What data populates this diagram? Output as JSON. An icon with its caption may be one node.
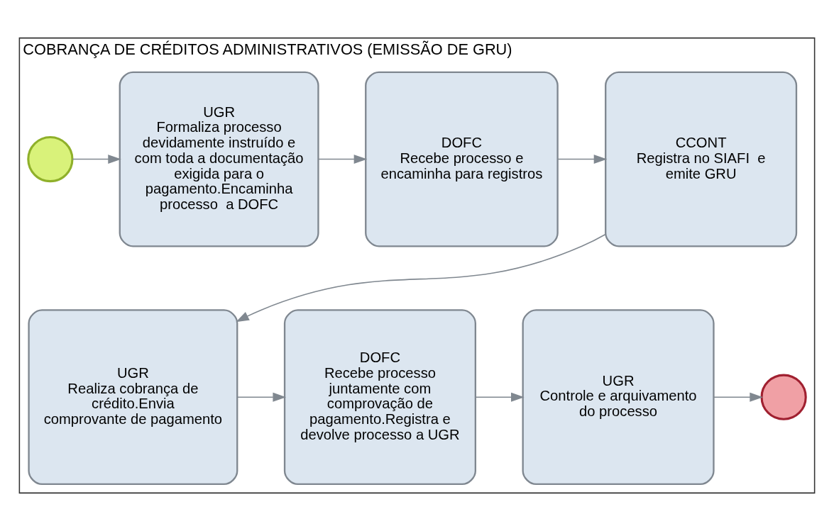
{
  "diagram": {
    "nodes": [
      {
        "text": [
          "COBRANÇA DE CRÉDITOS ADMINISTRATIVOS (EMISSÃO DE GRU)"
        ]
      },
      {
        "text": [],
        "shape": "circle",
        "in": 0
      },
      {
        "text": [
          "UGR",
          "Formaliza processo devidamente instruído e com toda a documentação exigida para o pagamento.Encaminha processo  a DOFC"
        ],
        "in": 0
      },
      {
        "text": [
          "DOFC",
          "Recebe processo e encaminha para registros"
        ],
        "in": 0
      },
      {
        "text": [
          "CCONT",
          "Registra no SIAFI  e emite GRU"
        ],
        "in": 0
      },
      {
        "text": [
          "UGR",
          "Realiza cobrança de crédito.Envia comprovante de pagamento"
        ],
        "in": 0
      },
      {
        "text": [
          "DOFC",
          "Recebe processo juntamente com comprovação de pagamento.Registra e devolve processo a UGR"
        ],
        "in": 0
      },
      {
        "text": [
          "UGR",
          "Controle e arquivamento do processo"
        ],
        "in": 0
      },
      {
        "text": [],
        "shape": "circle",
        "in": 0
      }
    ],
    "edges": [
      {
        "from": 1,
        "to": 2,
        "arrow": "to"
      },
      {
        "from": 2,
        "to": 3,
        "arrow": "to"
      },
      {
        "from": 3,
        "to": 4,
        "arrow": "to"
      },
      {
        "from": 4,
        "to": 5,
        "arrow": "to"
      },
      {
        "from": 5,
        "to": 6,
        "arrow": "to"
      },
      {
        "from": 6,
        "to": 7,
        "arrow": "to"
      },
      {
        "from": 7,
        "to": 8,
        "arrow": "to"
      }
    ]
  }
}
